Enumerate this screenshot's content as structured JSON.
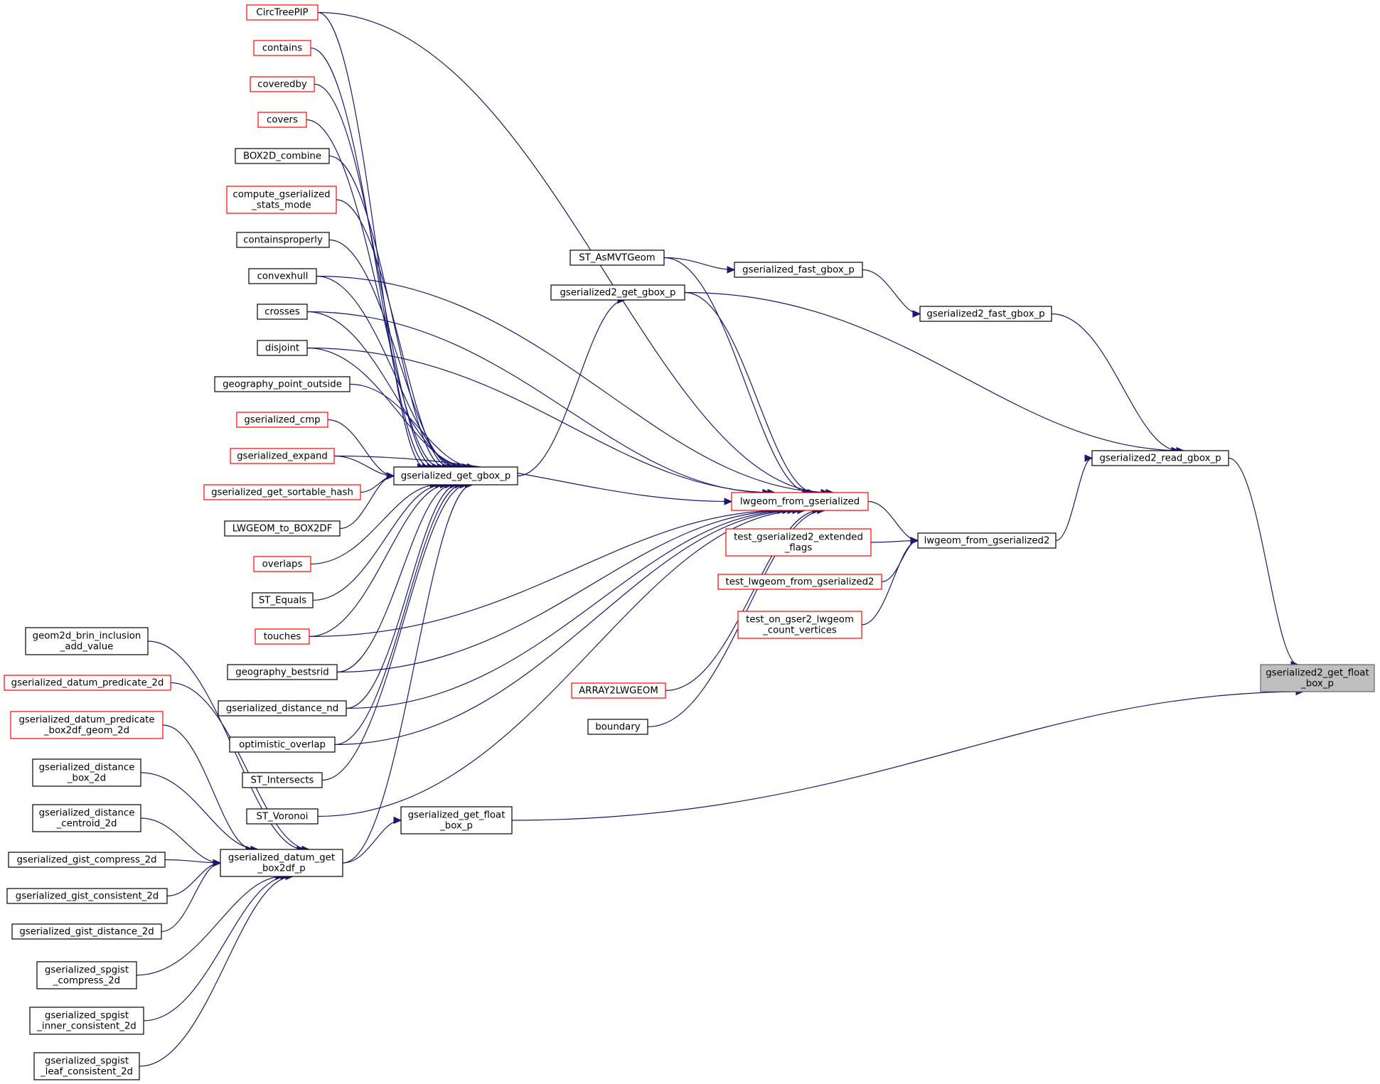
{
  "diagram": {
    "type": "call-graph",
    "colors": {
      "edge": "#191970",
      "border_default": "#000000",
      "border_truncated": "#ff0000",
      "focus_fill": "#bfbfbf"
    },
    "nodes": [
      {
        "id": "circtreepip",
        "lines": [
          "CircTreePIP"
        ],
        "border": "red"
      },
      {
        "id": "contains",
        "lines": [
          "contains"
        ],
        "border": "red"
      },
      {
        "id": "coveredby",
        "lines": [
          "coveredby"
        ],
        "border": "red"
      },
      {
        "id": "covers",
        "lines": [
          "covers"
        ],
        "border": "red"
      },
      {
        "id": "box2d_combine",
        "lines": [
          "BOX2D_combine"
        ],
        "border": "black"
      },
      {
        "id": "compute_gserialized_stats_mode",
        "lines": [
          "compute_gserialized",
          "_stats_mode"
        ],
        "border": "red"
      },
      {
        "id": "containsproperly",
        "lines": [
          "containsproperly"
        ],
        "border": "black"
      },
      {
        "id": "convexhull",
        "lines": [
          "convexhull"
        ],
        "border": "black"
      },
      {
        "id": "crosses",
        "lines": [
          "crosses"
        ],
        "border": "black"
      },
      {
        "id": "disjoint",
        "lines": [
          "disjoint"
        ],
        "border": "black"
      },
      {
        "id": "geography_point_outside",
        "lines": [
          "geography_point_outside"
        ],
        "border": "black"
      },
      {
        "id": "gserialized_cmp",
        "lines": [
          "gserialized_cmp"
        ],
        "border": "red"
      },
      {
        "id": "gserialized_expand",
        "lines": [
          "gserialized_expand"
        ],
        "border": "red"
      },
      {
        "id": "gserialized_get_sortable_hash",
        "lines": [
          "gserialized_get_sortable_hash"
        ],
        "border": "red"
      },
      {
        "id": "lwgeom_to_box2df",
        "lines": [
          "LWGEOM_to_BOX2DF"
        ],
        "border": "black"
      },
      {
        "id": "overlaps",
        "lines": [
          "overlaps"
        ],
        "border": "red"
      },
      {
        "id": "st_equals",
        "lines": [
          "ST_Equals"
        ],
        "border": "black"
      },
      {
        "id": "touches",
        "lines": [
          "touches"
        ],
        "border": "red"
      },
      {
        "id": "geography_bestsrid",
        "lines": [
          "geography_bestsrid"
        ],
        "border": "black"
      },
      {
        "id": "gserialized_distance_nd",
        "lines": [
          "gserialized_distance_nd"
        ],
        "border": "black"
      },
      {
        "id": "optimistic_overlap",
        "lines": [
          "optimistic_overlap"
        ],
        "border": "black"
      },
      {
        "id": "st_intersects",
        "lines": [
          "ST_Intersects"
        ],
        "border": "black"
      },
      {
        "id": "st_voronoi",
        "lines": [
          "ST_Voronoi"
        ],
        "border": "black"
      },
      {
        "id": "geom2d_brin_inclusion_add_value",
        "lines": [
          "geom2d_brin_inclusion",
          "_add_value"
        ],
        "border": "black"
      },
      {
        "id": "gserialized_datum_predicate_2d",
        "lines": [
          "gserialized_datum_predicate_2d"
        ],
        "border": "red"
      },
      {
        "id": "gserialized_datum_predicate_box2df_geom_2d",
        "lines": [
          "gserialized_datum_predicate",
          "_box2df_geom_2d"
        ],
        "border": "red"
      },
      {
        "id": "gserialized_distance_box_2d",
        "lines": [
          "gserialized_distance",
          "_box_2d"
        ],
        "border": "black"
      },
      {
        "id": "gserialized_distance_centroid_2d",
        "lines": [
          "gserialized_distance",
          "_centroid_2d"
        ],
        "border": "black"
      },
      {
        "id": "gserialized_gist_compress_2d",
        "lines": [
          "gserialized_gist_compress_2d"
        ],
        "border": "black"
      },
      {
        "id": "gserialized_gist_consistent_2d",
        "lines": [
          "gserialized_gist_consistent_2d"
        ],
        "border": "black"
      },
      {
        "id": "gserialized_gist_distance_2d",
        "lines": [
          "gserialized_gist_distance_2d"
        ],
        "border": "black"
      },
      {
        "id": "gserialized_spgist_compress_2d",
        "lines": [
          "gserialized_spgist",
          "_compress_2d"
        ],
        "border": "black"
      },
      {
        "id": "gserialized_spgist_inner_consistent_2d",
        "lines": [
          "gserialized_spgist",
          "_inner_consistent_2d"
        ],
        "border": "black"
      },
      {
        "id": "gserialized_spgist_leaf_consistent_2d",
        "lines": [
          "gserialized_spgist",
          "_leaf_consistent_2d"
        ],
        "border": "black"
      },
      {
        "id": "gserialized_get_gbox_p",
        "lines": [
          "gserialized_get_gbox_p"
        ],
        "border": "black"
      },
      {
        "id": "gserialized_datum_get_box2df_p",
        "lines": [
          "gserialized_datum_get",
          "_box2df_p"
        ],
        "border": "black"
      },
      {
        "id": "gserialized_get_float_box_p",
        "lines": [
          "gserialized_get_float",
          "_box_p"
        ],
        "border": "black"
      },
      {
        "id": "st_asmvtgeom",
        "lines": [
          "ST_AsMVTGeom"
        ],
        "border": "black"
      },
      {
        "id": "gserialized2_get_gbox_p",
        "lines": [
          "gserialized2_get_gbox_p"
        ],
        "border": "black"
      },
      {
        "id": "gserialized_fast_gbox_p",
        "lines": [
          "gserialized_fast_gbox_p"
        ],
        "border": "black"
      },
      {
        "id": "gserialized2_fast_gbox_p",
        "lines": [
          "gserialized2_fast_gbox_p"
        ],
        "border": "black"
      },
      {
        "id": "gserialized2_read_gbox_p",
        "lines": [
          "gserialized2_read_gbox_p"
        ],
        "border": "black"
      },
      {
        "id": "lwgeom_from_gserialized",
        "lines": [
          "lwgeom_from_gserialized"
        ],
        "border": "red"
      },
      {
        "id": "lwgeom_from_gserialized2",
        "lines": [
          "lwgeom_from_gserialized2"
        ],
        "border": "black"
      },
      {
        "id": "test_gserialized2_extended_flags",
        "lines": [
          "test_gserialized2_extended",
          "_flags"
        ],
        "border": "red"
      },
      {
        "id": "test_lwgeom_from_gserialized2",
        "lines": [
          "test_lwgeom_from_gserialized2"
        ],
        "border": "red"
      },
      {
        "id": "test_on_gser2_lwgeom_count_vertices",
        "lines": [
          "test_on_gser2_lwgeom",
          "_count_vertices"
        ],
        "border": "red"
      },
      {
        "id": "array2lwgeom",
        "lines": [
          "ARRAY2LWGEOM"
        ],
        "border": "red"
      },
      {
        "id": "boundary",
        "lines": [
          "boundary"
        ],
        "border": "black"
      },
      {
        "id": "gserialized2_get_float_box_p",
        "lines": [
          "gserialized2_get_float",
          "_box_p"
        ],
        "border": "focus"
      }
    ],
    "edges": [
      [
        "circtreepip",
        "gserialized_get_gbox_p"
      ],
      [
        "contains",
        "gserialized_get_gbox_p"
      ],
      [
        "coveredby",
        "gserialized_get_gbox_p"
      ],
      [
        "covers",
        "gserialized_get_gbox_p"
      ],
      [
        "box2d_combine",
        "gserialized_get_gbox_p"
      ],
      [
        "compute_gserialized_stats_mode",
        "gserialized_get_gbox_p"
      ],
      [
        "containsproperly",
        "gserialized_get_gbox_p"
      ],
      [
        "convexhull",
        "gserialized_get_gbox_p"
      ],
      [
        "crosses",
        "gserialized_get_gbox_p"
      ],
      [
        "disjoint",
        "gserialized_get_gbox_p"
      ],
      [
        "geography_point_outside",
        "gserialized_get_gbox_p"
      ],
      [
        "gserialized_cmp",
        "gserialized_get_gbox_p"
      ],
      [
        "gserialized_expand",
        "gserialized_get_gbox_p"
      ],
      [
        "gserialized_get_sortable_hash",
        "gserialized_get_gbox_p"
      ],
      [
        "lwgeom_to_box2df",
        "gserialized_get_gbox_p"
      ],
      [
        "overlaps",
        "gserialized_get_gbox_p"
      ],
      [
        "st_equals",
        "gserialized_get_gbox_p"
      ],
      [
        "touches",
        "gserialized_get_gbox_p"
      ],
      [
        "geography_bestsrid",
        "gserialized_get_gbox_p"
      ],
      [
        "gserialized_distance_nd",
        "gserialized_get_gbox_p"
      ],
      [
        "optimistic_overlap",
        "gserialized_get_gbox_p"
      ],
      [
        "st_intersects",
        "gserialized_get_gbox_p"
      ],
      [
        "gserialized_datum_get_box2df_p",
        "gserialized_get_gbox_p"
      ],
      [
        "geom2d_brin_inclusion_add_value",
        "gserialized_datum_get_box2df_p"
      ],
      [
        "gserialized_datum_predicate_2d",
        "gserialized_datum_get_box2df_p"
      ],
      [
        "gserialized_datum_predicate_box2df_geom_2d",
        "gserialized_datum_get_box2df_p"
      ],
      [
        "gserialized_distance_box_2d",
        "gserialized_datum_get_box2df_p"
      ],
      [
        "gserialized_distance_centroid_2d",
        "gserialized_datum_get_box2df_p"
      ],
      [
        "gserialized_gist_compress_2d",
        "gserialized_datum_get_box2df_p"
      ],
      [
        "gserialized_gist_consistent_2d",
        "gserialized_datum_get_box2df_p"
      ],
      [
        "gserialized_gist_distance_2d",
        "gserialized_datum_get_box2df_p"
      ],
      [
        "gserialized_spgist_compress_2d",
        "gserialized_datum_get_box2df_p"
      ],
      [
        "gserialized_spgist_inner_consistent_2d",
        "gserialized_datum_get_box2df_p"
      ],
      [
        "gserialized_spgist_leaf_consistent_2d",
        "gserialized_datum_get_box2df_p"
      ],
      [
        "gserialized_datum_get_box2df_p",
        "gserialized_get_float_box_p"
      ],
      [
        "gserialized_get_gbox_p",
        "gserialized2_get_gbox_p"
      ],
      [
        "st_asmvtgeom",
        "gserialized_fast_gbox_p"
      ],
      [
        "gserialized_fast_gbox_p",
        "gserialized2_fast_gbox_p"
      ],
      [
        "gserialized2_fast_gbox_p",
        "gserialized2_read_gbox_p"
      ],
      [
        "gserialized2_get_gbox_p",
        "gserialized2_read_gbox_p"
      ],
      [
        "circtreepip",
        "lwgeom_from_gserialized"
      ],
      [
        "convexhull",
        "lwgeom_from_gserialized"
      ],
      [
        "crosses",
        "lwgeom_from_gserialized"
      ],
      [
        "disjoint",
        "lwgeom_from_gserialized"
      ],
      [
        "gserialized_expand",
        "lwgeom_from_gserialized"
      ],
      [
        "touches",
        "lwgeom_from_gserialized"
      ],
      [
        "geography_bestsrid",
        "lwgeom_from_gserialized"
      ],
      [
        "gserialized_distance_nd",
        "lwgeom_from_gserialized"
      ],
      [
        "optimistic_overlap",
        "lwgeom_from_gserialized"
      ],
      [
        "st_voronoi",
        "lwgeom_from_gserialized"
      ],
      [
        "st_asmvtgeom",
        "lwgeom_from_gserialized"
      ],
      [
        "gserialized2_get_gbox_p",
        "lwgeom_from_gserialized"
      ],
      [
        "array2lwgeom",
        "lwgeom_from_gserialized"
      ],
      [
        "boundary",
        "lwgeom_from_gserialized"
      ],
      [
        "lwgeom_from_gserialized",
        "lwgeom_from_gserialized2"
      ],
      [
        "test_gserialized2_extended_flags",
        "lwgeom_from_gserialized2"
      ],
      [
        "test_lwgeom_from_gserialized2",
        "lwgeom_from_gserialized2"
      ],
      [
        "test_on_gser2_lwgeom_count_vertices",
        "lwgeom_from_gserialized2"
      ],
      [
        "lwgeom_from_gserialized2",
        "gserialized2_read_gbox_p"
      ],
      [
        "gserialized2_read_gbox_p",
        "gserialized2_get_float_box_p"
      ],
      [
        "gserialized_get_float_box_p",
        "gserialized2_get_float_box_p"
      ]
    ]
  }
}
